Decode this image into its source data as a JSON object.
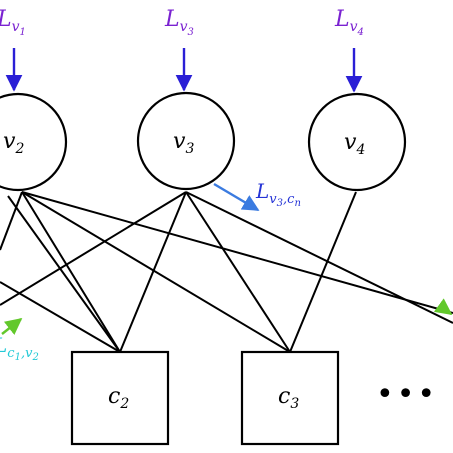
{
  "colors": {
    "stroke": "#000000",
    "input_arrow": "#2a1fd6",
    "input_label": "#7a22d1",
    "message_arrow": "#3b7be0",
    "message_label": "#2433d6",
    "check_arrow": "#62c82c",
    "check_label": "#22c9d6"
  },
  "variable_nodes": [
    {
      "id": "v2",
      "base": "v",
      "sub": "2"
    },
    {
      "id": "v3",
      "base": "v",
      "sub": "3"
    },
    {
      "id": "v4",
      "base": "v",
      "sub": "4"
    }
  ],
  "check_nodes": [
    {
      "id": "c2",
      "base": "c",
      "sub": "2"
    },
    {
      "id": "c3",
      "base": "c",
      "sub": "3"
    }
  ],
  "input_labels": [
    {
      "for": "v1",
      "base": "L",
      "sub": "v",
      "subsub": "1"
    },
    {
      "for": "v3",
      "base": "L",
      "sub": "v",
      "subsub": "3"
    },
    {
      "for": "v4",
      "base": "L",
      "sub": "v",
      "subsub": "4"
    }
  ],
  "message_labels": {
    "variable_to_check": {
      "base": "L",
      "sub1": "v",
      "sub1sub": "3",
      "sep": ",",
      "sub2": "c",
      "sub2sub": "n"
    },
    "check_to_variable": {
      "base": "L",
      "sub1": "c",
      "sub1sub": "1",
      "sep": ",",
      "sub2": "v",
      "sub2sub": "2"
    }
  },
  "ellipsis": "•••"
}
